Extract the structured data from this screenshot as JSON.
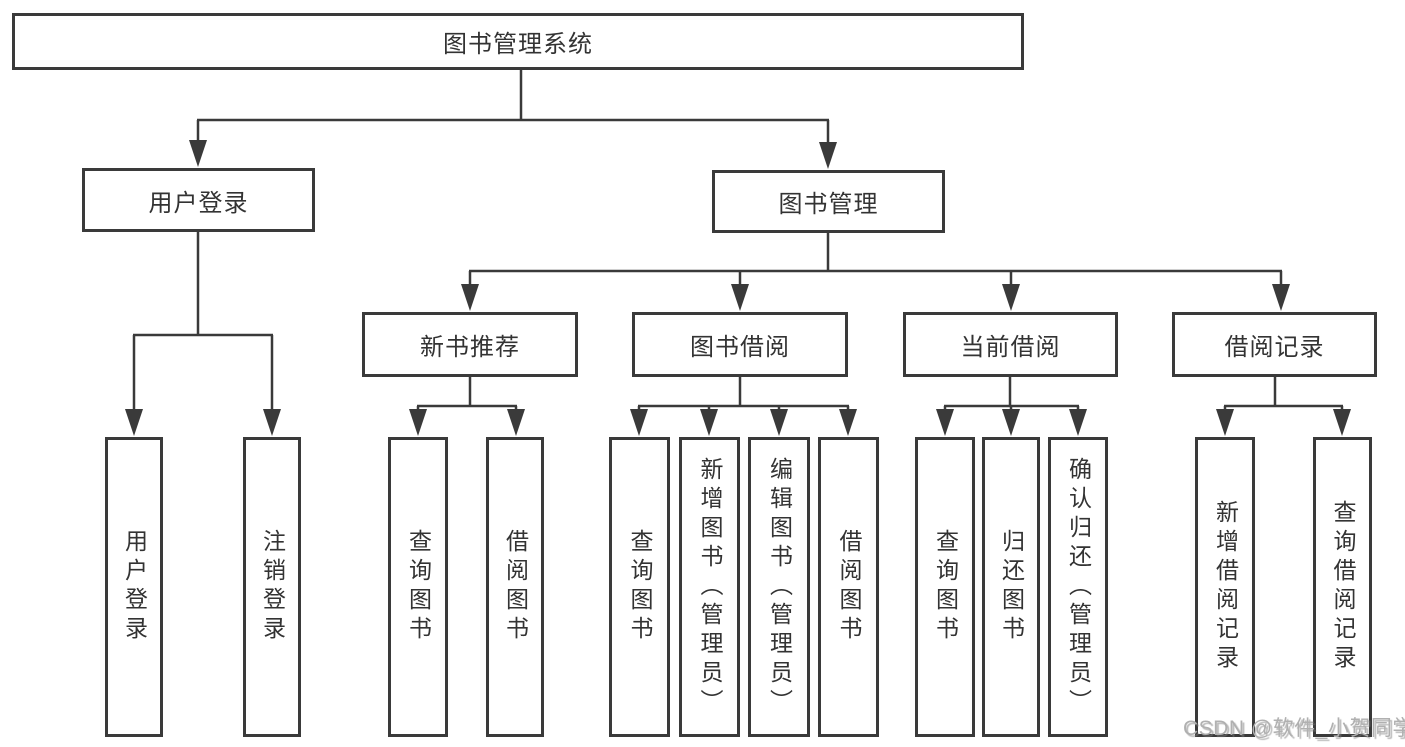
{
  "diagram_title": "图书管理系统",
  "nodes": {
    "root": "图书管理系统",
    "user_login": "用户登录",
    "book_mgmt": "图书管理",
    "new_book_rec": "新书推荐",
    "book_borrow": "图书借阅",
    "current_borrow": "当前借阅",
    "borrow_records": "借阅记录",
    "leaf_user_login": "用户登录",
    "leaf_logout": "注销登录",
    "leaf_nbr_query": "查询图书",
    "leaf_nbr_borrow": "借阅图书",
    "leaf_bb_query": "查询图书",
    "leaf_bb_add": "新增图书（管理员）",
    "leaf_bb_edit": "编辑图书（管理员）",
    "leaf_bb_borrow": "借阅图书",
    "leaf_cb_query": "查询图书",
    "leaf_cb_return": "归还图书",
    "leaf_cb_confirm": "确认归还（管理员）",
    "leaf_br_add": "新增借阅记录",
    "leaf_br_query": "查询借阅记录"
  },
  "hierarchy": {
    "图书管理系统": {
      "用户登录": [
        "用户登录",
        "注销登录"
      ],
      "图书管理": {
        "新书推荐": [
          "查询图书",
          "借阅图书"
        ],
        "图书借阅": [
          "查询图书",
          "新增图书（管理员）",
          "编辑图书（管理员）",
          "借阅图书"
        ],
        "当前借阅": [
          "查询图书",
          "归还图书",
          "确认归还（管理员）"
        ],
        "借阅记录": [
          "新增借阅记录",
          "查询借阅记录"
        ]
      }
    }
  },
  "watermark": {
    "text": "CSDN @软件_小贺同学"
  },
  "colors": {
    "line": "#3a3a3a",
    "text": "#333333",
    "watermark": "#b0b0b0",
    "background": "#ffffff"
  }
}
